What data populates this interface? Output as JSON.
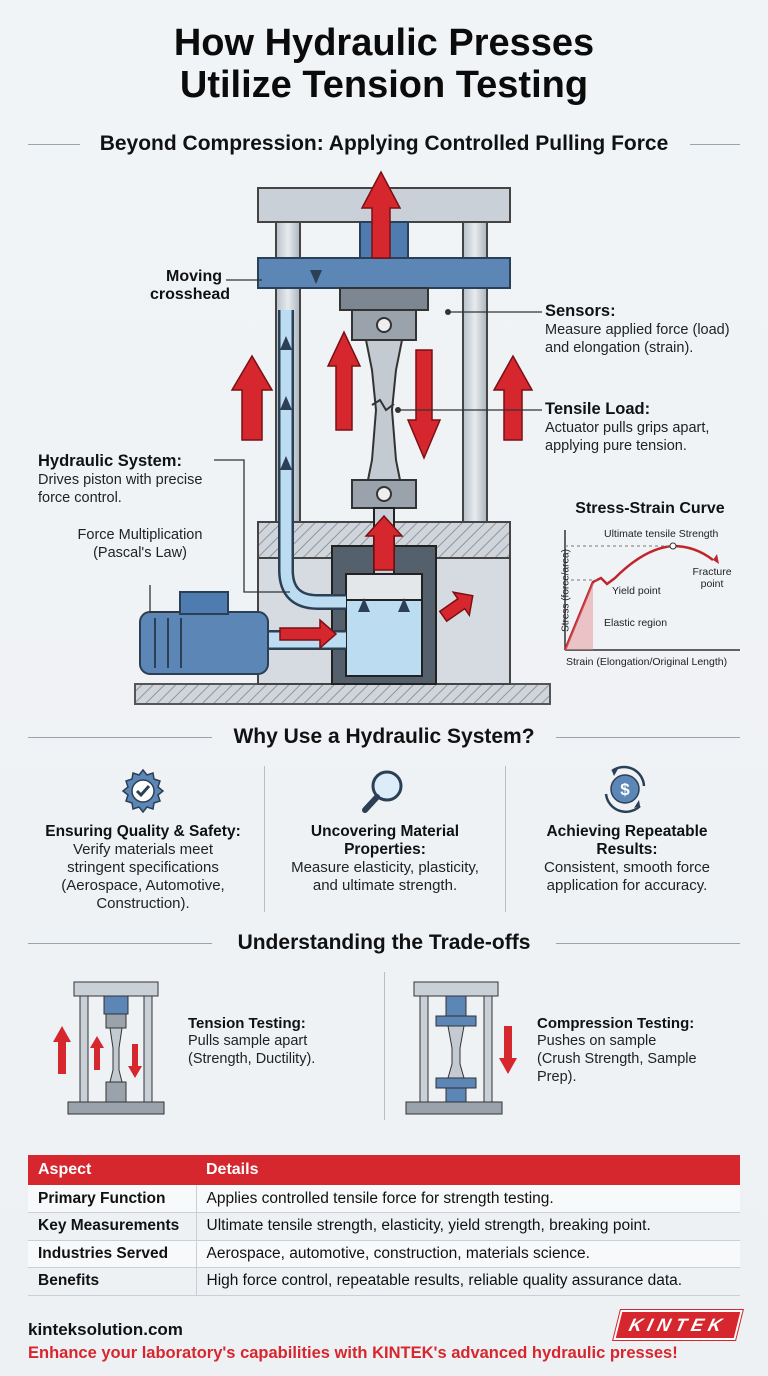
{
  "title": {
    "line1": "How Hydraulic Presses",
    "line2": "Utilize Tension Testing"
  },
  "subtitle": "Beyond Compression: Applying Controlled Pulling Force",
  "press": {
    "moving_crosshead": {
      "line1": "Moving",
      "line2": "crosshead"
    },
    "sensors": {
      "title": "Sensors:",
      "body1": "Measure applied force (load)",
      "body2": "and elongation (strain)."
    },
    "tensile_load": {
      "title": "Tensile Load:",
      "body1": "Actuator pulls grips apart,",
      "body2": "applying pure tension."
    },
    "hydraulic_system": {
      "title": "Hydraulic System:",
      "body1": "Drives piston with precise",
      "body2": "force control."
    },
    "force_multiplication": {
      "line1": "Force Multiplication",
      "line2": "(Pascal's Law)"
    }
  },
  "curve": {
    "title": "Stress-Strain Curve",
    "ylabel": "Stress (force/area)",
    "xlabel": "Strain (Elongation/Original Length)",
    "uts": "Ultimate tensile Strength",
    "fracture1": "Fracture",
    "fracture2": "point",
    "yield": "Yield point",
    "elastic": "Elastic region"
  },
  "why": {
    "heading": "Why Use a Hydraulic System?",
    "cols": [
      {
        "icon": "gear-check-icon",
        "title1": "Ensuring Quality & Safety:",
        "title2": "",
        "body1": "Verify materials meet",
        "body2": "stringent specifications",
        "body3": "(Aerospace, Automotive,",
        "body4": "Construction)."
      },
      {
        "icon": "magnifier-icon",
        "title1": "Uncovering Material",
        "title2": "Properties:",
        "body1": "Measure elasticity, plasticity,",
        "body2": "and ultimate strength.",
        "body3": "",
        "body4": ""
      },
      {
        "icon": "dollar-cycle-icon",
        "title1": "Achieving Repeatable",
        "title2": "Results:",
        "body1": "Consistent, smooth force",
        "body2": "application for accuracy.",
        "body3": "",
        "body4": ""
      }
    ]
  },
  "tradeoffs": {
    "heading": "Understanding the Trade-offs",
    "tension": {
      "title": "Tension Testing:",
      "body1": "Pulls sample apart",
      "body2": "(Strength, Ductility)."
    },
    "compression": {
      "title": "Compression Testing:",
      "body1": "Pushes on sample",
      "body2": "(Crush Strength, Sample",
      "body3": "Prep)."
    }
  },
  "table": {
    "headers": [
      "Aspect",
      "Details"
    ],
    "rows": [
      [
        "Primary Function",
        "Applies controlled tensile force for strength testing."
      ],
      [
        "Key Measurements",
        "Ultimate tensile strength, elasticity, yield strength, breaking point."
      ],
      [
        "Industries Served",
        "Aerospace, automotive, construction, materials science."
      ],
      [
        "Benefits",
        "High force control, repeatable results, reliable quality assurance data."
      ]
    ]
  },
  "footer": {
    "url": "kinteksolution.com",
    "logo": "KINTEK",
    "cta": "Enhance your laboratory's capabilities with KINTEK's advanced hydraulic presses!"
  },
  "colors": {
    "accent_red": "#d6262e",
    "steel_blue": "#5b86b6",
    "fluid_blue": "#bcdcf2",
    "frame_gray": "#c7ced5"
  }
}
